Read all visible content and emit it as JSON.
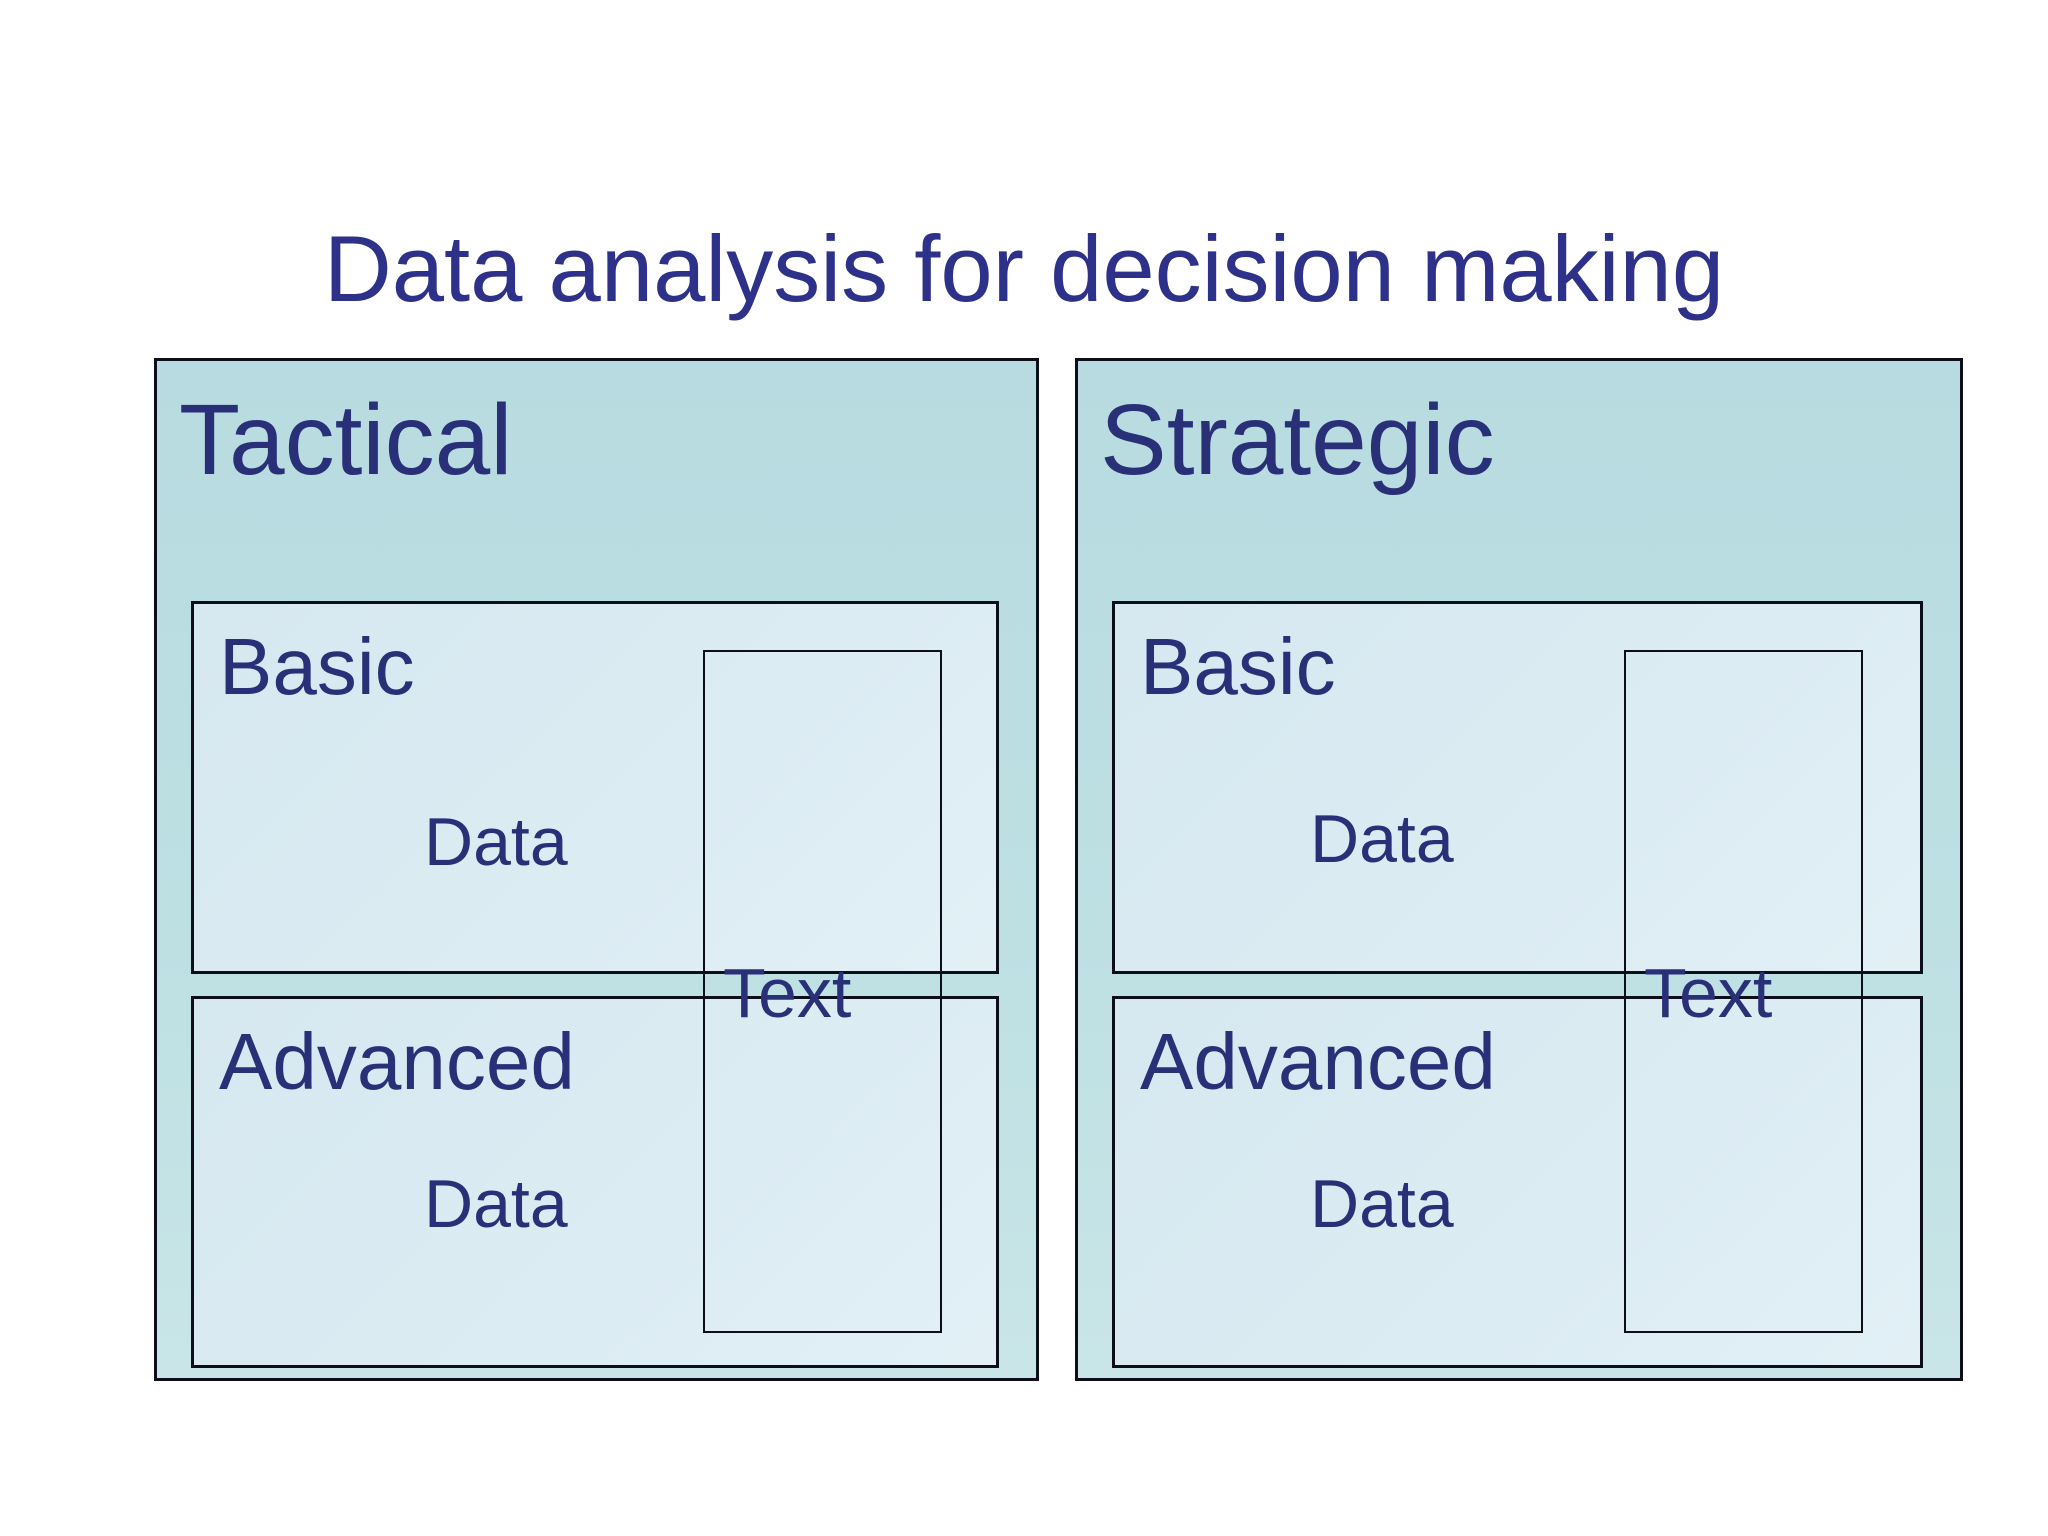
{
  "title": "Data analysis for decision making",
  "panels": [
    {
      "label": "Tactical",
      "sections": [
        {
          "label": "Basic",
          "sublabel": "Data"
        },
        {
          "label": "Advanced",
          "sublabel": "Data"
        }
      ],
      "overlay_label": "Text"
    },
    {
      "label": "Strategic",
      "sections": [
        {
          "label": "Basic",
          "sublabel": "Data"
        },
        {
          "label": "Advanced",
          "sublabel": "Data"
        }
      ],
      "overlay_label": "Text"
    }
  ],
  "colors": {
    "background": "#ffffff",
    "title_text": "#2d3189",
    "body_text": "#2a3078",
    "panel_fill_top": "#b7dbe0",
    "panel_fill_bottom": "#c9e5e7",
    "section_fill": "#dcecf3",
    "border": "#0e0e1a"
  }
}
